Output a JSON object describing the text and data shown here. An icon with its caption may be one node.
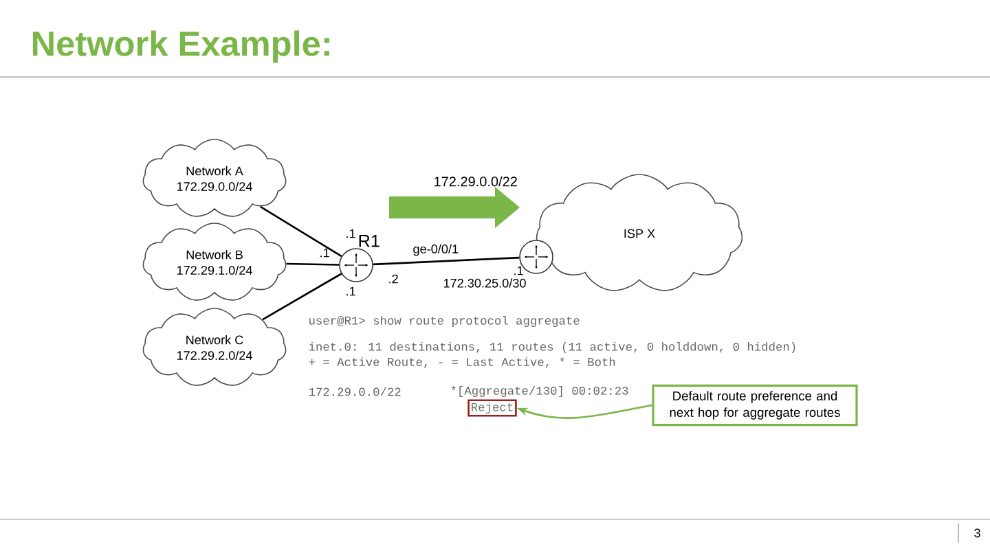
{
  "diagram": {
    "title": "Network Example:",
    "nodes": [
      {
        "text": [
          "Network A",
          "172.29.0.0/24"
        ]
      },
      {
        "text": [
          "Network B",
          "172.29.1.0/24"
        ]
      },
      {
        "text": [
          "Network C",
          "172.29.2.0/24"
        ]
      },
      {
        "text": [],
        "shape": "circle",
        "beside": [
          "R1"
        ]
      },
      {
        "text": [
          "ISP X"
        ]
      },
      {
        "text": [],
        "shape": "circle"
      },
      {
        "text": [
          "Reject"
        ]
      },
      {
        "text": [
          "Default route preference and next hop for aggregate routes"
        ]
      }
    ],
    "edges": [
      {
        "from": 0,
        "to": 3,
        "arrow": "none"
      },
      {
        "from": 1,
        "to": 3,
        "arrow": "none"
      },
      {
        "from": 2,
        "to": 3,
        "arrow": "none"
      },
      {
        "from": 3,
        "to": 5,
        "arrow": "none"
      },
      {
        "from": 7,
        "to": 6,
        "arrow": "to",
        "color": "#7ab648"
      }
    ],
    "labels": [
      "172.29.0.0/22",
      ".1",
      ".1",
      ".1",
      "ge-0/0/1",
      ".2",
      "172.30.25.0/30",
      ".1",
      "user@R1> show route protocol aggregate",
      "inet.0: 11 destinations, 11 routes (11 active, 0 holddown, 0 hidden)",
      "+ = Active Route, - = Last Active, * = Both",
      "172.29.0.0/22",
      "*[Aggregate/130] 00:02:23",
      "3"
    ]
  }
}
